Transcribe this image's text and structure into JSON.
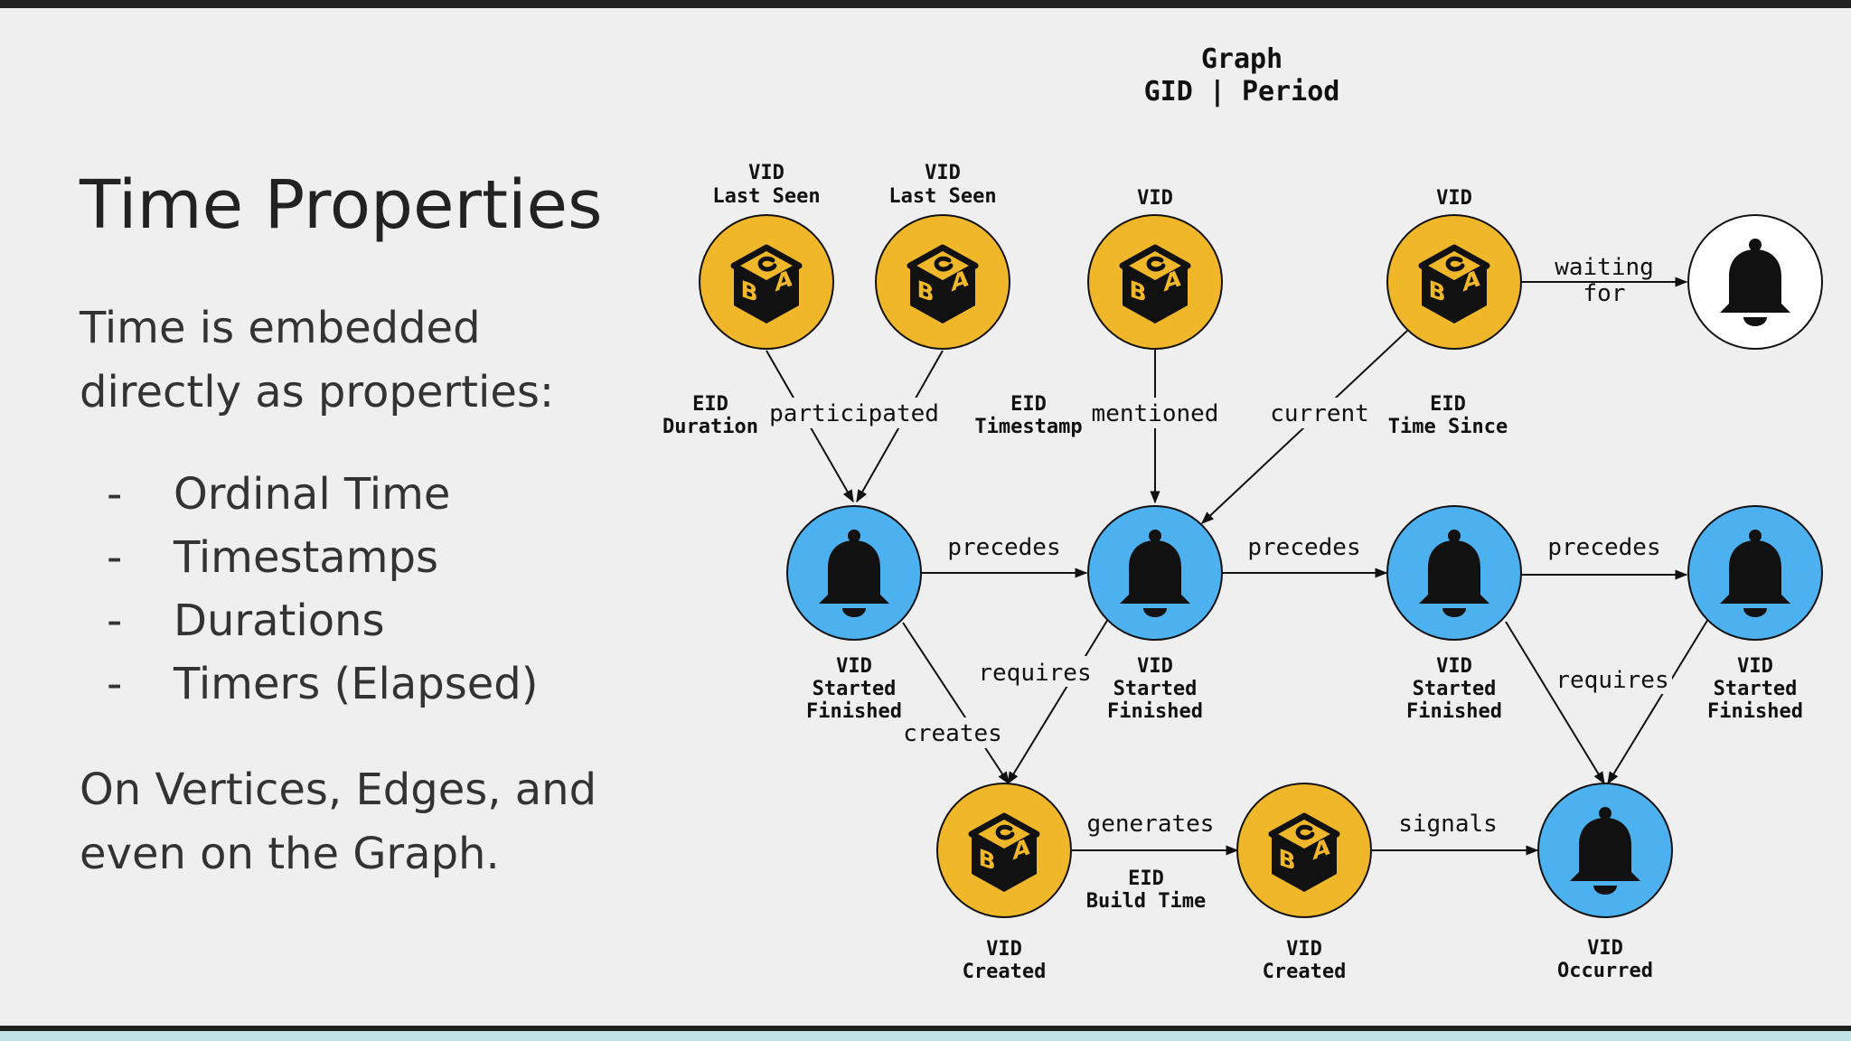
{
  "slide": {
    "title": "Time Properties",
    "intro_line1": "Time is embedded",
    "intro_line2": "directly as properties:",
    "bullets": [
      "Ordinal Time",
      "Timestamps",
      "Durations",
      "Timers (Elapsed)"
    ],
    "bullet_marker": "-",
    "outro_line1": "On Vertices, Edges, and",
    "outro_line2": "even on the Graph."
  },
  "graph_header": {
    "line1": "Graph",
    "line2": "GID | Period"
  },
  "colors": {
    "cube_node": "#f0b72a",
    "event_node": "#4db1f0",
    "plain_node": "#ffffff",
    "ink": "#111111"
  },
  "nodes": {
    "cube1": {
      "icon": "abc-blocks-icon",
      "label1": "VID",
      "label2": "Last Seen"
    },
    "cube2": {
      "icon": "abc-blocks-icon",
      "label1": "VID",
      "label2": "Last Seen"
    },
    "cube3": {
      "icon": "abc-blocks-icon",
      "label1": "VID"
    },
    "cube4": {
      "icon": "abc-blocks-icon",
      "label1": "VID"
    },
    "bell_white": {
      "icon": "bell-icon"
    },
    "event1": {
      "icon": "bell-icon",
      "label1": "VID",
      "label2": "Started",
      "label3": "Finished"
    },
    "event2": {
      "icon": "bell-icon",
      "label1": "VID",
      "label2": "Started",
      "label3": "Finished"
    },
    "event3": {
      "icon": "bell-icon",
      "label1": "VID",
      "label2": "Started",
      "label3": "Finished"
    },
    "event4": {
      "icon": "bell-icon",
      "label1": "VID",
      "label2": "Started",
      "label3": "Finished"
    },
    "cube_bottom1": {
      "icon": "abc-blocks-icon",
      "label1": "VID",
      "label2": "Created"
    },
    "cube_bottom2": {
      "icon": "abc-blocks-icon",
      "label1": "VID",
      "label2": "Created"
    },
    "event_bottom": {
      "icon": "bell-icon",
      "label1": "VID",
      "label2": "Occurred"
    }
  },
  "edges": {
    "participated": "participated",
    "mentioned": "mentioned",
    "current": "current",
    "waiting_for_1": "waiting",
    "waiting_for_2": "for",
    "precedes_1": "precedes",
    "precedes_2": "precedes",
    "precedes_3": "precedes",
    "requires_1": "requires",
    "requires_2": "requires",
    "creates": "creates",
    "generates": "generates",
    "signals": "signals"
  },
  "edge_props": {
    "eid_duration": {
      "line1": "EID",
      "line2": "Duration"
    },
    "eid_timestamp": {
      "line1": "EID",
      "line2": "Timestamp"
    },
    "eid_time_since": {
      "line1": "EID",
      "line2": "Time Since"
    },
    "eid_build_time": {
      "line1": "EID",
      "line2": "Build Time"
    }
  }
}
